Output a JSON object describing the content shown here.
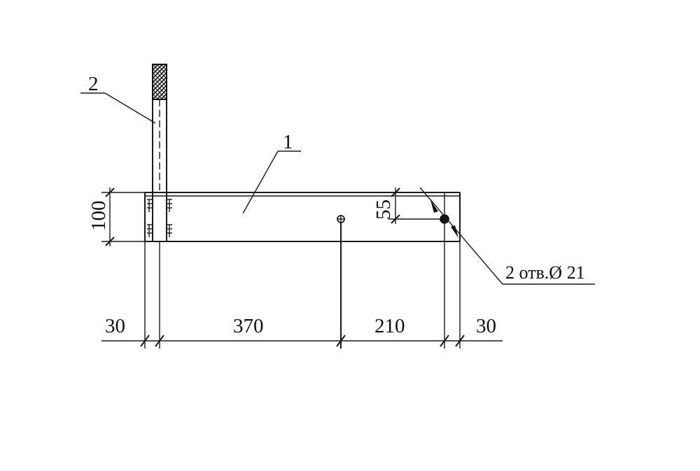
{
  "diagram": {
    "callouts": {
      "part1": "1",
      "part2": "2"
    },
    "dimensions": {
      "height": "100",
      "hole_offset": "55",
      "left_margin": "30",
      "span_left": "370",
      "span_right": "210",
      "right_margin": "30"
    },
    "hole_note": "2 отв.Ø 21"
  }
}
